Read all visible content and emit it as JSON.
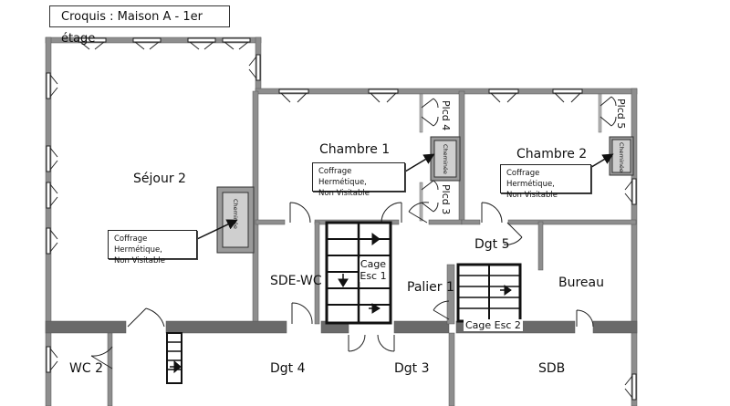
{
  "title": "Croquis : Maison A - 1er étage",
  "rooms": {
    "sejour": "Séjour 2",
    "chambre1": "Chambre 1",
    "chambre2": "Chambre 2",
    "sde_wc": "SDE-WC",
    "palier": "Palier 1",
    "bureau": "Bureau",
    "wc2": "WC 2",
    "dgt4": "Dgt 4",
    "dgt3": "Dgt 3",
    "dgt5": "Dgt 5",
    "sdb": "SDB"
  },
  "placards": {
    "plcd4": "Plcd 4",
    "plcd3": "Plcd 3",
    "plcd5": "Plcd 5"
  },
  "stairs": {
    "cage1_line1": "Cage",
    "cage1_line2": "Esc 1",
    "cage2": "Cage Esc 2"
  },
  "chimney_label": "Cheminée",
  "notes": {
    "line1": "Coffrage Hermétique,",
    "line2": "Non Visitable"
  },
  "colors": {
    "wall": "#8e8e8e",
    "wall_dark": "#6a6a6a",
    "line": "#222222"
  }
}
